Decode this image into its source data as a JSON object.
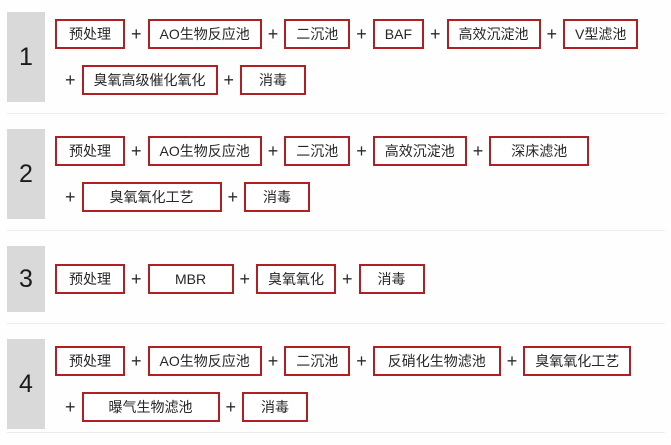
{
  "plus": "+",
  "colors": {
    "accent_red": "#b01f23",
    "number_bg": "#d9d9d9",
    "divider": "#ececec",
    "box_text": "#262626"
  },
  "rows": [
    {
      "number": "1",
      "line1": [
        "预处理",
        "AO生物反应池",
        "二沉池",
        "BAF",
        "高效沉淀池",
        "V型滤池"
      ],
      "line2": [
        "臭氧高级催化氧化",
        "消毒"
      ]
    },
    {
      "number": "2",
      "line1": [
        "预处理",
        "AO生物反应池",
        "二沉池",
        "高效沉淀池",
        "深床滤池"
      ],
      "line2": [
        "臭氧氧化工艺",
        "消毒"
      ]
    },
    {
      "number": "3",
      "line1": [
        "预处理",
        "MBR",
        "臭氧氧化",
        "消毒"
      ],
      "line2": []
    },
    {
      "number": "4",
      "line1": [
        "预处理",
        "AO生物反应池",
        "二沉池",
        "反硝化生物滤池",
        "臭氧氧化工艺"
      ],
      "line2": [
        "曝气生物滤池",
        "消毒"
      ]
    }
  ]
}
